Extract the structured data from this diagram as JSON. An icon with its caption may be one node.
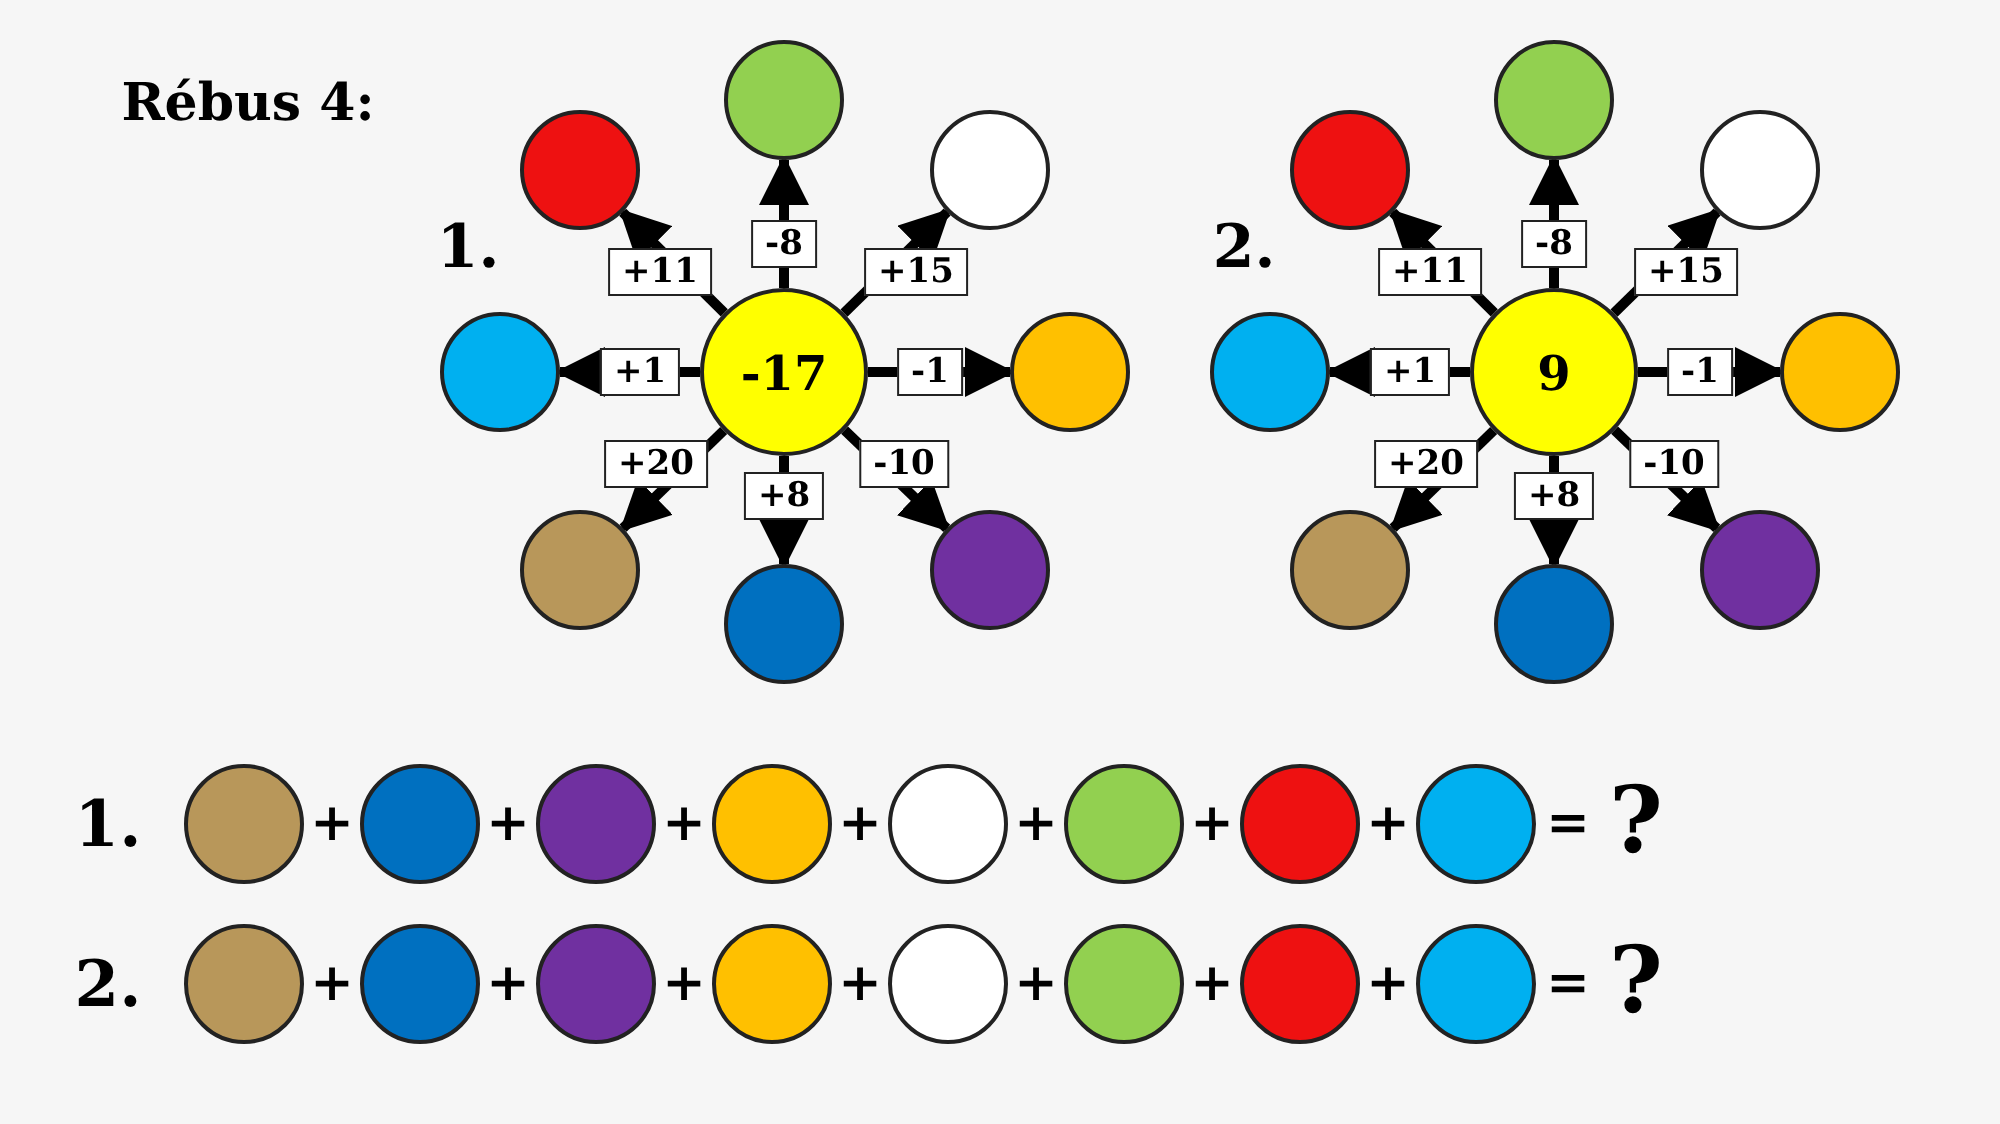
{
  "diagram": {
    "title": "Rébus 4:",
    "nodes": [
      {
        "text": [
          "-17"
        ]
      },
      {
        "text": [],
        "shape": "circle"
      },
      {
        "text": [],
        "shape": "circle"
      },
      {
        "text": [],
        "shape": "circle"
      },
      {
        "text": [],
        "shape": "circle"
      },
      {
        "text": [],
        "shape": "circle"
      },
      {
        "text": [],
        "shape": "circle"
      },
      {
        "text": [],
        "shape": "circle"
      },
      {
        "text": [],
        "shape": "circle"
      },
      {
        "text": [
          "9"
        ]
      },
      {
        "text": [],
        "shape": "circle"
      },
      {
        "text": [],
        "shape": "circle"
      },
      {
        "text": [],
        "shape": "circle"
      },
      {
        "text": [],
        "shape": "circle"
      },
      {
        "text": [],
        "shape": "circle"
      },
      {
        "text": [],
        "shape": "circle"
      },
      {
        "text": [],
        "shape": "circle"
      },
      {
        "text": [],
        "shape": "circle"
      },
      {
        "text": [],
        "shape": "circle"
      },
      {
        "text": [],
        "shape": "circle"
      },
      {
        "text": [],
        "shape": "circle"
      },
      {
        "text": [],
        "shape": "circle"
      },
      {
        "text": [],
        "shape": "circle"
      },
      {
        "text": [],
        "shape": "circle"
      },
      {
        "text": [],
        "shape": "circle"
      },
      {
        "text": [],
        "shape": "circle"
      },
      {
        "text": [],
        "shape": "circle"
      },
      {
        "text": [],
        "shape": "circle"
      },
      {
        "text": [],
        "shape": "circle"
      },
      {
        "text": [],
        "shape": "circle"
      },
      {
        "text": [],
        "shape": "circle"
      },
      {
        "text": [],
        "shape": "circle"
      },
      {
        "text": [],
        "shape": "circle"
      },
      {
        "text": [],
        "shape": "circle"
      }
    ],
    "edges": [
      {
        "from": 0,
        "to": 1,
        "arrow": "to",
        "label": "+11"
      },
      {
        "from": 0,
        "to": 2,
        "arrow": "to",
        "label": "-8"
      },
      {
        "from": 0,
        "to": 3,
        "arrow": "to",
        "label": "+15"
      },
      {
        "from": 0,
        "to": 4,
        "arrow": "to",
        "label": "+1"
      },
      {
        "from": 0,
        "to": 5,
        "arrow": "to",
        "label": "-1"
      },
      {
        "from": 0,
        "to": 6,
        "arrow": "to",
        "label": "+20"
      },
      {
        "from": 0,
        "to": 7,
        "arrow": "to",
        "label": "+8"
      },
      {
        "from": 0,
        "to": 8,
        "arrow": "to",
        "label": "-10"
      },
      {
        "from": 9,
        "to": 10,
        "arrow": "to",
        "label": "+11"
      },
      {
        "from": 9,
        "to": 11,
        "arrow": "to",
        "label": "-8"
      },
      {
        "from": 9,
        "to": 12,
        "arrow": "to",
        "label": "+15"
      },
      {
        "from": 9,
        "to": 13,
        "arrow": "to",
        "label": "+1"
      },
      {
        "from": 9,
        "to": 14,
        "arrow": "to",
        "label": "-1"
      },
      {
        "from": 9,
        "to": 15,
        "arrow": "to",
        "label": "+20"
      },
      {
        "from": 9,
        "to": 16,
        "arrow": "to",
        "label": "+8"
      },
      {
        "from": 9,
        "to": 17,
        "arrow": "to",
        "label": "-10"
      }
    ],
    "labels": [
      "1.",
      "2.",
      "1.",
      "+",
      "+",
      "+",
      "+",
      "+",
      "+",
      "+",
      "=",
      "?",
      "2.",
      "+",
      "+",
      "+",
      "+",
      "+",
      "+",
      "+",
      "=",
      "?"
    ]
  }
}
